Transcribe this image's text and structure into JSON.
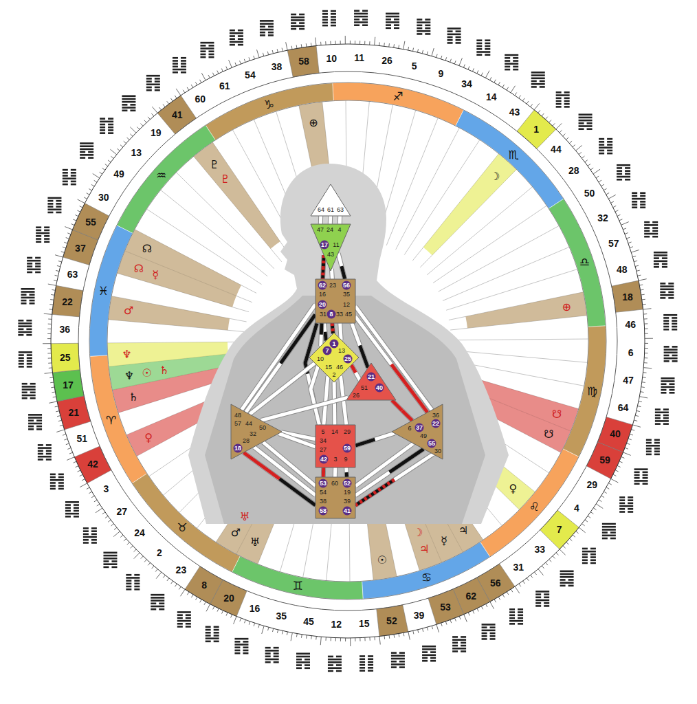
{
  "diagram": {
    "nodes": [
      {
        "text": [
          "64",
          "61",
          "63"
        ]
      },
      {
        "text": [
          "47",
          "24",
          "4",
          "17",
          "11",
          "43"
        ]
      },
      {
        "text": [
          "62",
          "23",
          "56",
          "16",
          "35",
          "20",
          "12",
          "31",
          "8",
          "33",
          "45"
        ]
      },
      {
        "text": [
          "1",
          "7",
          "13",
          "10",
          "25",
          "15",
          "46",
          "2"
        ]
      },
      {
        "text": [
          "21",
          "51",
          "40",
          "26"
        ]
      },
      {
        "text": [
          "48",
          "57",
          "44",
          "50",
          "32",
          "28",
          "18"
        ]
      },
      {
        "text": [
          "36",
          "22",
          "6",
          "37",
          "49",
          "55",
          "30"
        ]
      },
      {
        "text": [
          "5",
          "14",
          "29",
          "34",
          "27",
          "59",
          "42",
          "3",
          "9"
        ]
      },
      {
        "text": [
          "53",
          "60",
          "52",
          "54",
          "19",
          "38",
          "39",
          "58",
          "41"
        ]
      }
    ],
    "edges": [
      {
        "from": 0,
        "to": 1,
        "arrow": "none"
      },
      {
        "from": 0,
        "to": 1,
        "arrow": "none"
      },
      {
        "from": 0,
        "to": 1,
        "arrow": "none"
      },
      {
        "from": 1,
        "to": 2,
        "arrow": "none"
      },
      {
        "from": 1,
        "to": 2,
        "arrow": "none"
      },
      {
        "from": 1,
        "to": 2,
        "arrow": "none"
      },
      {
        "from": 2,
        "to": 3,
        "arrow": "none"
      },
      {
        "from": 2,
        "to": 3,
        "arrow": "none"
      },
      {
        "from": 2,
        "to": 3,
        "arrow": "none"
      },
      {
        "from": 2,
        "to": 3,
        "arrow": "none"
      },
      {
        "from": 2,
        "to": 4,
        "arrow": "none"
      },
      {
        "from": 2,
        "to": 5,
        "arrow": "none"
      },
      {
        "from": 2,
        "to": 5,
        "arrow": "none"
      },
      {
        "from": 2,
        "to": 6,
        "arrow": "none"
      },
      {
        "from": 2,
        "to": 6,
        "arrow": "none"
      },
      {
        "from": 2,
        "to": 7,
        "arrow": "none"
      },
      {
        "from": 3,
        "to": 4,
        "arrow": "none"
      },
      {
        "from": 3,
        "to": 5,
        "arrow": "none"
      },
      {
        "from": 3,
        "to": 7,
        "arrow": "none"
      },
      {
        "from": 3,
        "to": 7,
        "arrow": "none"
      },
      {
        "from": 3,
        "to": 7,
        "arrow": "none"
      },
      {
        "from": 3,
        "to": 7,
        "arrow": "none"
      },
      {
        "from": 4,
        "to": 5,
        "arrow": "none"
      },
      {
        "from": 4,
        "to": 6,
        "arrow": "none"
      },
      {
        "from": 5,
        "to": 7,
        "arrow": "none"
      },
      {
        "from": 5,
        "to": 7,
        "arrow": "none"
      },
      {
        "from": 5,
        "to": 8,
        "arrow": "none"
      },
      {
        "from": 5,
        "to": 8,
        "arrow": "none"
      },
      {
        "from": 5,
        "to": 8,
        "arrow": "none"
      },
      {
        "from": 6,
        "to": 7,
        "arrow": "none"
      },
      {
        "from": 6,
        "to": 8,
        "arrow": "none"
      },
      {
        "from": 6,
        "to": 8,
        "arrow": "none"
      },
      {
        "from": 6,
        "to": 8,
        "arrow": "none"
      },
      {
        "from": 7,
        "to": 8,
        "arrow": "none"
      },
      {
        "from": 7,
        "to": 8,
        "arrow": "none"
      },
      {
        "from": 7,
        "to": 8,
        "arrow": "none"
      }
    ],
    "labels": [
      "10",
      "11",
      "26",
      "5",
      "9",
      "34",
      "14",
      "43",
      "1",
      "44",
      "28",
      "50",
      "32",
      "57",
      "48",
      "18",
      "46",
      "6",
      "47",
      "64",
      "40",
      "59",
      "29",
      "4",
      "7",
      "33",
      "31",
      "56",
      "62",
      "53",
      "39",
      "52",
      "15",
      "12",
      "45",
      "35",
      "16",
      "20",
      "8",
      "23",
      "2",
      "24",
      "27",
      "3",
      "42",
      "51",
      "21",
      "17",
      "25",
      "36",
      "22",
      "63",
      "37",
      "55",
      "30",
      "49",
      "13",
      "19",
      "41",
      "60",
      "61",
      "54",
      "38",
      "58",
      "♑",
      "♐",
      "♏",
      "♎",
      "♍",
      "♌",
      "♋",
      "♊",
      "♉",
      "♈",
      "♓",
      "♒",
      "⊕",
      "☽",
      "⊕",
      "☋",
      "☋",
      "♀",
      "♃",
      "☿",
      "♃",
      "☽",
      "☉",
      "♅",
      "♂",
      "♅",
      "♀",
      "♄",
      "♆",
      "☉",
      "♄",
      "♆",
      "♂",
      "☊",
      "☿",
      "☊",
      "♇",
      "♇"
    ]
  }
}
